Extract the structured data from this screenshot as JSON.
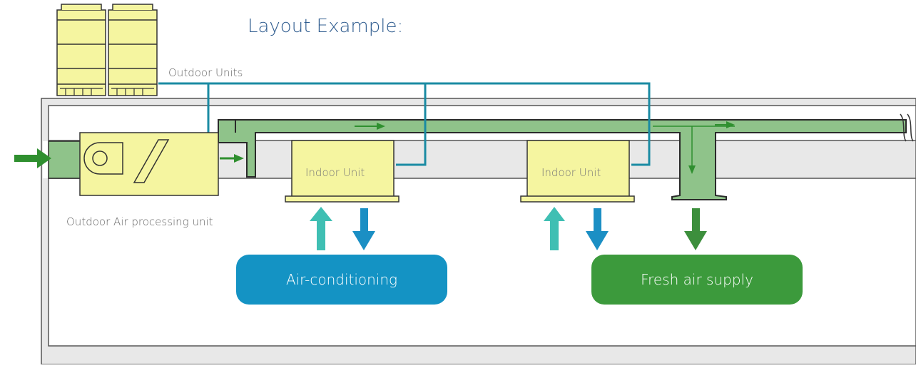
{
  "title": "Layout Example:",
  "labels": {
    "outdoor_units": "Outdoor Units",
    "outdoor_air_processing_unit": "Outdoor Air processing unit",
    "indoor_unit_1": "Indoor Unit",
    "indoor_unit_2": "Indoor Unit",
    "air_conditioning": "Air-conditioning",
    "fresh_air_supply": "Fresh air supply"
  },
  "colors": {
    "duct_fill": "#8fc38a",
    "unit_fill": "#f5f5a0",
    "refrigerant_pipe": "#1b8ba3",
    "air_conditioning_bg": "#1493c4",
    "fresh_air_bg": "#3c9a3c",
    "return_arrow": "#3fbfb3",
    "supply_arrow": "#1b8fc4",
    "fresh_arrow": "#3c8f3c",
    "wall": "#e8e8e8"
  }
}
